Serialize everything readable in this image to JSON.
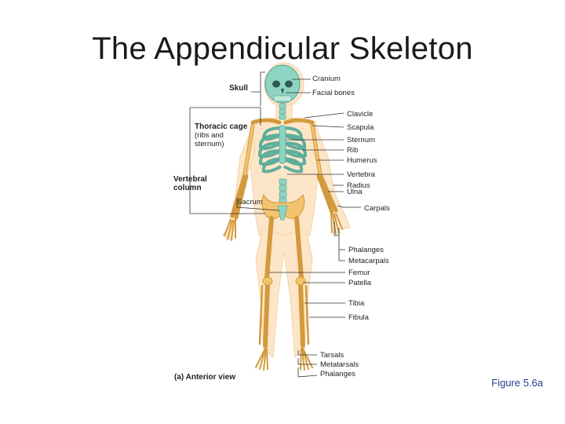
{
  "slide": {
    "title": "The Appendicular Skeleton",
    "figure_ref": "Figure 5.6a"
  },
  "figure": {
    "view_label": "(a) Anterior view",
    "colors": {
      "axial": "#8fd4c2",
      "axial_dark": "#5fae9c",
      "appendicular": "#f2c46e",
      "appendicular_dark": "#d39a3c",
      "skin": "#fde6c8",
      "leader": "#333333"
    },
    "left_labels": {
      "skull": "Skull",
      "thoracic_cage": "Thoracic cage",
      "thoracic_sub1": "(ribs and",
      "thoracic_sub2": "sternum)",
      "vertebral1": "Vertebral",
      "vertebral2": "column",
      "sacrum": "Sacrum"
    },
    "right_labels": {
      "cranium": "Cranium",
      "facial_bones": "Facial bones",
      "clavicle": "Clavicle",
      "scapula": "Scapula",
      "sternum": "Sternum",
      "rib": "Rib",
      "humerus": "Humerus",
      "vertebra": "Vertebra",
      "radius": "Radius",
      "ulna": "Ulna",
      "carpals": "Carpals",
      "phalanges_hand": "Phalanges",
      "metacarpals": "Metacarpals",
      "femur": "Femur",
      "patella": "Patella",
      "tibia": "Tibia",
      "fibula": "Fibula",
      "tarsals": "Tarsals",
      "metatarsals": "Metatarsals",
      "phalanges_foot": "Phalanges"
    }
  }
}
